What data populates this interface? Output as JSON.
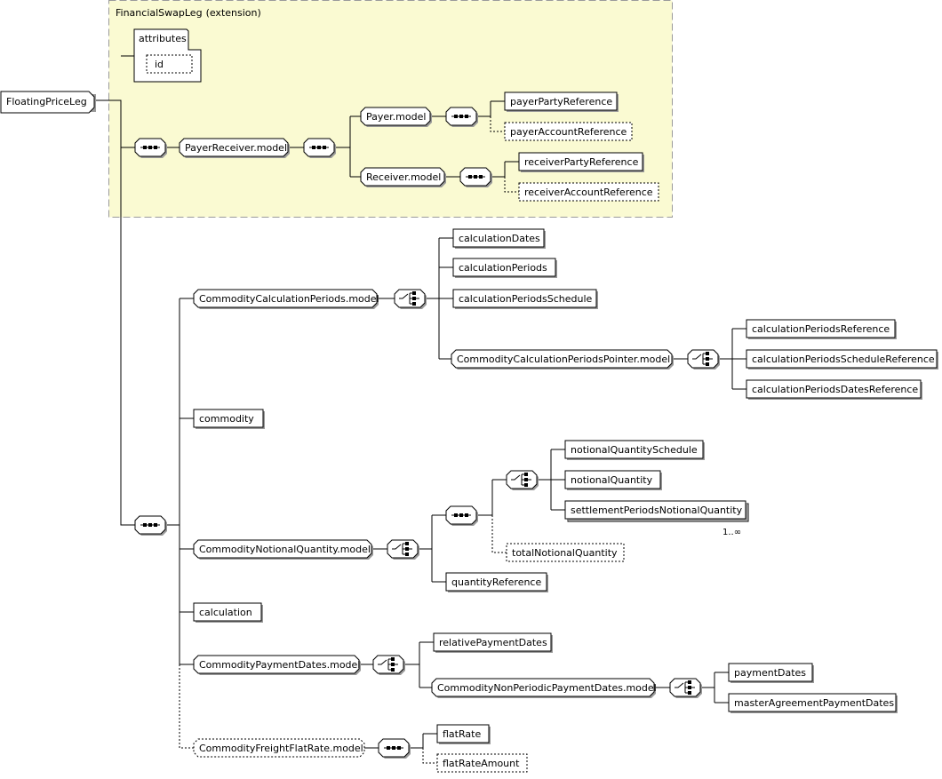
{
  "extension": {
    "type_name": "FinancialSwapLeg",
    "suffix": "(extension)"
  },
  "attributes": {
    "title": "attributes",
    "id_label": "id"
  },
  "root": {
    "label": "FloatingPriceLeg"
  },
  "elements": {
    "payer_receiver_model": "PayerReceiver.model",
    "payer_model": "Payer.model",
    "payer_party_reference": "payerPartyReference",
    "payer_account_reference": "payerAccountReference",
    "receiver_model": "Receiver.model",
    "receiver_party_reference": "receiverPartyReference",
    "receiver_account_reference": "receiverAccountReference",
    "commodity_calculation_periods_model": "CommodityCalculationPeriods.model",
    "calculation_dates": "calculationDates",
    "calculation_periods": "calculationPeriods",
    "calculation_periods_schedule": "calculationPeriodsSchedule",
    "commodity_calculation_periods_pointer_model": "CommodityCalculationPeriodsPointer.model",
    "calculation_periods_reference": "calculationPeriodsReference",
    "calculation_periods_schedule_reference": "calculationPeriodsScheduleReference",
    "calculation_periods_dates_reference": "calculationPeriodsDatesReference",
    "commodity": "commodity",
    "commodity_notional_quantity_model": "CommodityNotionalQuantity.model",
    "notional_quantity_schedule": "notionalQuantitySchedule",
    "notional_quantity": "notionalQuantity",
    "settlement_periods_notional_quantity": "settlementPeriodsNotionalQuantity",
    "settlement_occurrence": "1..∞",
    "total_notional_quantity": "totalNotionalQuantity",
    "quantity_reference": "quantityReference",
    "calculation": "calculation",
    "commodity_payment_dates_model": "CommodityPaymentDates.model",
    "relative_payment_dates": "relativePaymentDates",
    "commodity_non_periodic_payment_dates_model": "CommodityNonPeriodicPaymentDates.model",
    "payment_dates": "paymentDates",
    "master_agreement_payment_dates": "masterAgreementPaymentDates",
    "commodity_freight_flat_rate_model": "CommodityFreightFlatRate.model",
    "flat_rate": "flatRate",
    "flat_rate_amount": "flatRateAmount"
  },
  "colors": {
    "extension_fill": "#fafad2",
    "extension_border": "#9a9a9a",
    "node_border": "#000000",
    "shadow": "#9a9a9a"
  },
  "icons": {
    "sequence": "sequence-compositor-icon",
    "choice": "choice-compositor-icon"
  }
}
